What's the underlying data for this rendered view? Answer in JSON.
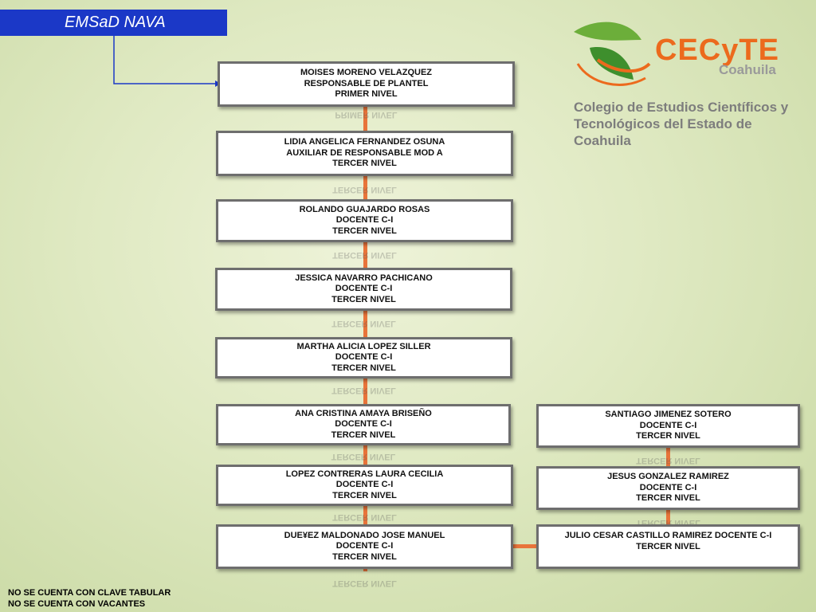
{
  "header": {
    "title": "EMSaD NAVA"
  },
  "logo": {
    "brand": "CECyTE",
    "region": "Coahuila",
    "subtitle_line1": "Colegio de Estudios Científicos y",
    "subtitle_line2": "Tecnológicos del Estado de Coahuila"
  },
  "nodes": [
    {
      "name": "MOISES MORENO VELAZQUEZ",
      "role": "RESPONSABLE DE PLANTEL",
      "level": "PRIMER NIVEL"
    },
    {
      "name": "LIDIA ANGELICA FERNANDEZ OSUNA",
      "role": "AUXILIAR DE RESPONSABLE MOD A",
      "level": "TERCER NIVEL"
    },
    {
      "name": "ROLANDO GUAJARDO ROSAS",
      "role": "DOCENTE C-I",
      "level": "TERCER NIVEL"
    },
    {
      "name": "JESSICA NAVARRO PACHICANO",
      "role": "DOCENTE C-I",
      "level": "TERCER NIVEL"
    },
    {
      "name": "MARTHA ALICIA LOPEZ SILLER",
      "role": "DOCENTE C-I",
      "level": "TERCER NIVEL"
    },
    {
      "name": "ANA CRISTINA AMAYA BRISEÑO",
      "role": "DOCENTE C-I",
      "level": "TERCER NIVEL"
    },
    {
      "name": "LOPEZ CONTRERAS LAURA CECILIA",
      "role": "DOCENTE C-I",
      "level": "TERCER NIVEL"
    },
    {
      "name": "DUE¥EZ MALDONADO JOSE MANUEL",
      "role": "DOCENTE C-I",
      "level": "TERCER NIVEL"
    },
    {
      "name": "SANTIAGO JIMENEZ SOTERO",
      "role": "DOCENTE C-I",
      "level": "TERCER NIVEL"
    },
    {
      "name": "JESUS GONZALEZ RAMIREZ",
      "role": "DOCENTE C-I",
      "level": "TERCER NIVEL"
    },
    {
      "name": "JULIO CESAR CASTILLO RAMIREZ DOCENTE C-I",
      "role": "",
      "level": "TERCER NIVEL"
    }
  ],
  "footer": {
    "line1": "NO SE CUENTA CON CLAVE TABULAR",
    "line2": "NO SE CUENTA CON VACANTES"
  },
  "colors": {
    "title_bg": "#1b38c7",
    "connector": "#e8743a",
    "arrow": "#1b38c7"
  }
}
